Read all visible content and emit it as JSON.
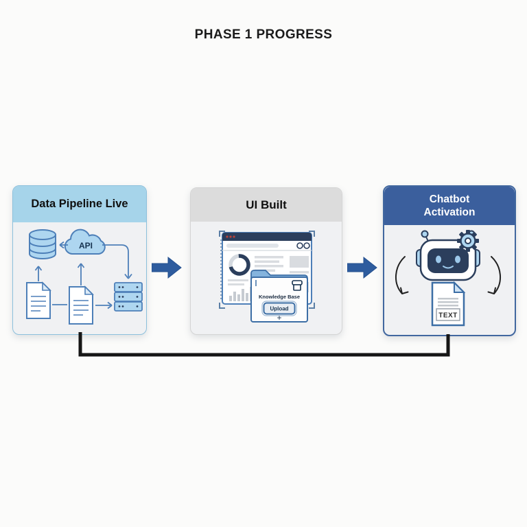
{
  "page": {
    "title": "PHASE 1 PROGRESS",
    "background_color": "#fbfbfa"
  },
  "colors": {
    "accent_blue_arrow": "#2e5c9e",
    "navy": "#2b3e5c",
    "icon_fill_light_blue": "#aed6f0",
    "icon_stroke_blue": "#4d7fb8",
    "connector_black": "#161616",
    "card1_header_bg": "#a6d4ea",
    "card2_header_bg": "#dcdcdc",
    "card3_header_bg": "#3b5f9d"
  },
  "cards": [
    {
      "title": "Data Pipeline Live",
      "icons": [
        "database-icon",
        "api-cloud-icon",
        "document-icon",
        "document-icon",
        "server-icon",
        "flow-arrows"
      ],
      "labels": {
        "api": "API"
      }
    },
    {
      "title": "UI Built",
      "icons": [
        "selection-brackets",
        "browser-window",
        "donut-chart",
        "bar-chart",
        "folder-popup",
        "mini-database-icon"
      ],
      "labels": {
        "folder_title": "Knowledge Base",
        "upload_button": "Upload",
        "plus": "+"
      }
    },
    {
      "title": "Chatbot Activation",
      "icons": [
        "robot-icon",
        "gear-icon",
        "antenna-icons",
        "curved-arrow-left",
        "curved-arrow-right",
        "text-document-icon"
      ],
      "labels": {
        "doc_text": "TEXT"
      }
    }
  ],
  "connectors": {
    "arrow_between_cards": "right-block-arrow",
    "bottom_line": "u-shaped-connector"
  }
}
